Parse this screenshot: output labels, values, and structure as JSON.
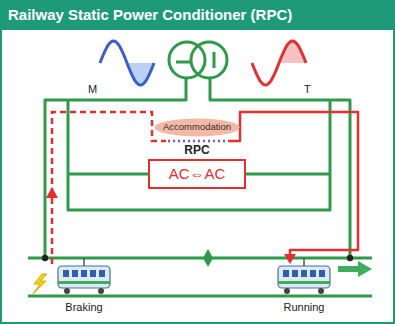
{
  "diagram": {
    "title": "Railway Static Power Conditioner (RPC)",
    "nodes": [
      {
        "text": [
          "Accommodation"
        ]
      },
      {
        "text": [
          "RPC",
          "AC⇔AC"
        ]
      }
    ],
    "labels": [
      "M",
      "T",
      "Braking",
      "Running"
    ]
  }
}
